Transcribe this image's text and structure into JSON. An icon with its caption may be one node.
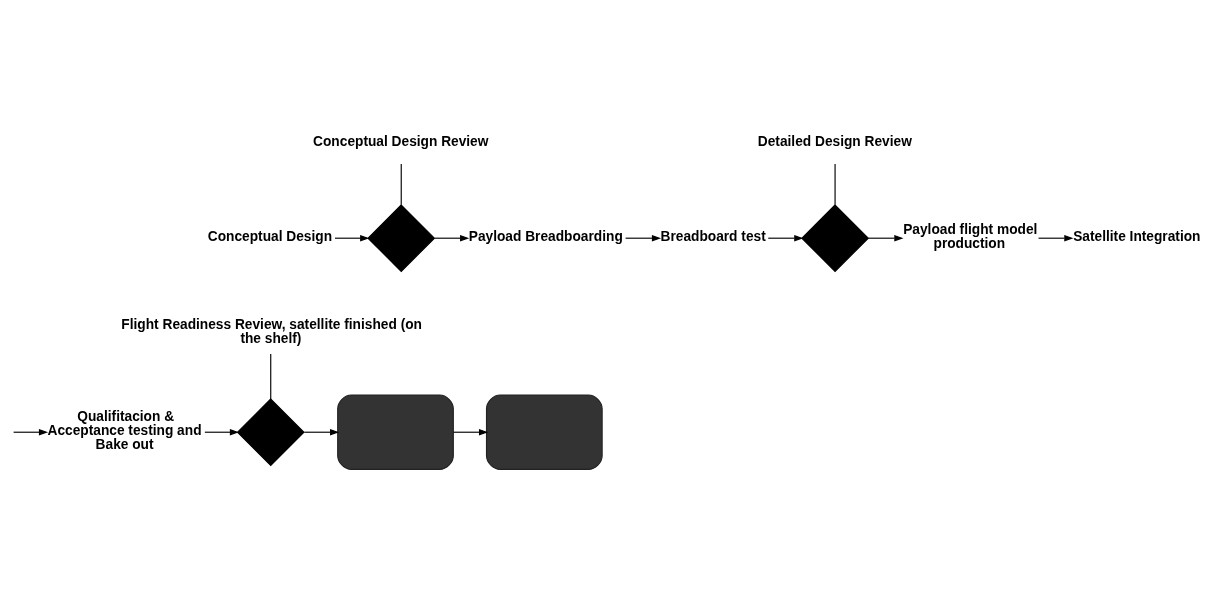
{
  "diagram": {
    "nodes": [
      {
        "text": [
          "Conceptual Design Review"
        ]
      },
      {
        "text": [
          "Conceptual Design"
        ]
      },
      {
        "text": [],
        "shape": "diamond"
      },
      {
        "text": [
          "Payload Breadboarding"
        ]
      },
      {
        "text": [
          "Breadboard test"
        ]
      },
      {
        "text": [
          "Detailed Design Review"
        ]
      },
      {
        "text": [],
        "shape": "diamond"
      },
      {
        "text": [
          "Payload flight model production"
        ]
      },
      {
        "text": [
          "Satellite Integration"
        ]
      },
      {
        "text": [
          "Flight Readiness Review, satellite finished (on the shelf)"
        ]
      },
      {
        "text": [
          "Qualifitacion & Acceptance testing and Bake out"
        ]
      },
      {
        "text": [],
        "shape": "diamond"
      },
      {
        "text": [],
        "shape": "box"
      },
      {
        "text": [],
        "shape": "box"
      }
    ],
    "edges": [
      {
        "from": 0,
        "to": 2,
        "arrow": "none"
      },
      {
        "from": 1,
        "to": 2,
        "arrow": "to"
      },
      {
        "from": 2,
        "to": 3,
        "arrow": "to"
      },
      {
        "from": 3,
        "to": 4,
        "arrow": "to"
      },
      {
        "from": 4,
        "to": 6,
        "arrow": "to"
      },
      {
        "from": 5,
        "to": 6,
        "arrow": "none"
      },
      {
        "from": 6,
        "to": 7,
        "arrow": "to"
      },
      {
        "from": 7,
        "to": 8,
        "arrow": "to"
      },
      {
        "from": null,
        "to": 10,
        "arrow": "to"
      },
      {
        "from": 9,
        "to": 11,
        "arrow": "none"
      },
      {
        "from": 10,
        "to": 11,
        "arrow": "to"
      },
      {
        "from": 11,
        "to": 12,
        "arrow": "to"
      },
      {
        "from": 12,
        "to": 13,
        "arrow": "to"
      }
    ]
  }
}
